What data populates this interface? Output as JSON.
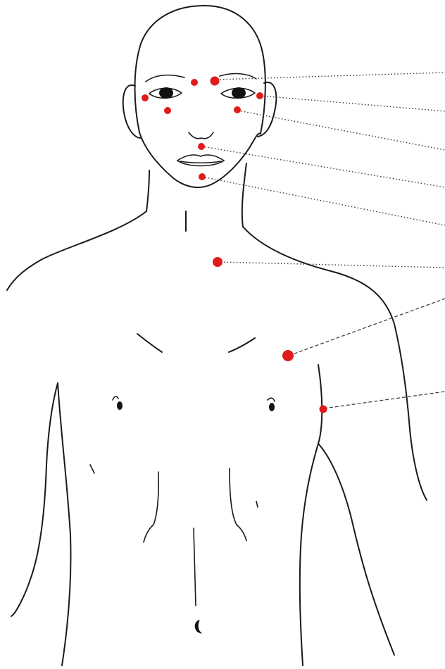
{
  "diagram": {
    "subject": "human-torso-outline",
    "point_color": "#e01b1b",
    "line_color": "#1a1a1a"
  },
  "points": [
    {
      "name": "point-between-eyebrows",
      "region": "forehead"
    },
    {
      "name": "point-inner-brow-right",
      "region": "brow"
    },
    {
      "name": "point-outer-eye-left",
      "region": "eye"
    },
    {
      "name": "point-outer-eye-right",
      "region": "eye"
    },
    {
      "name": "point-under-eye-left",
      "region": "cheek"
    },
    {
      "name": "point-under-eye-right",
      "region": "cheek"
    },
    {
      "name": "point-upper-lip",
      "region": "lip"
    },
    {
      "name": "point-chin",
      "region": "chin"
    },
    {
      "name": "point-collarbone",
      "region": "neck"
    },
    {
      "name": "point-chest",
      "region": "chest"
    },
    {
      "name": "point-armpit",
      "region": "arm"
    }
  ]
}
